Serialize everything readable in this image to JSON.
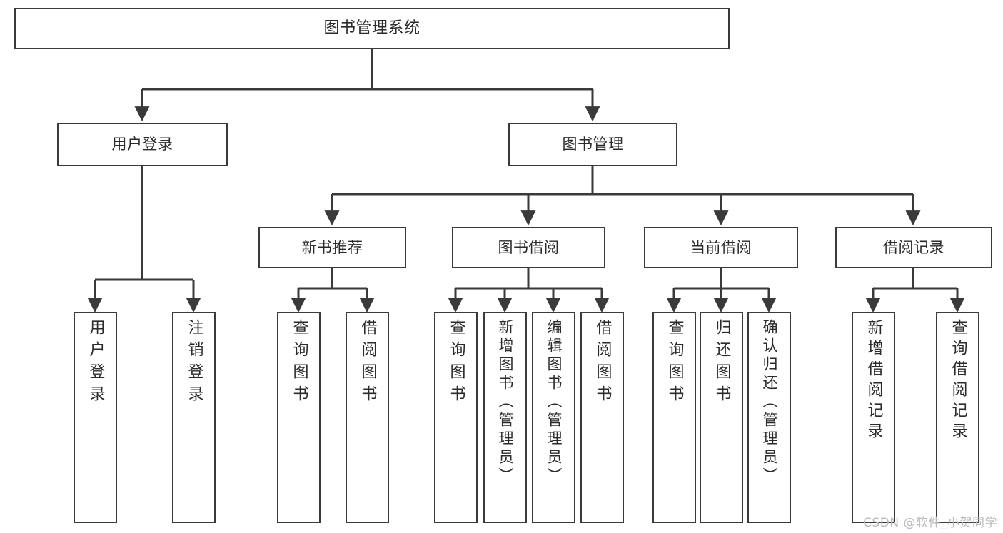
{
  "diagram": {
    "type": "tree-hierarchy",
    "title": "图书管理系统",
    "orientation": "top-down",
    "line_color": "#3a3a3a",
    "box_fill": "#ffffff",
    "text_color": "#2b2b2b",
    "watermark": "CSDN @软件_小贺同学",
    "levels": [
      {
        "level": 1,
        "nodes": [
          {
            "id": "root",
            "label": "图书管理系统"
          }
        ]
      },
      {
        "level": 2,
        "nodes": [
          {
            "id": "login",
            "label": "用户登录",
            "parent": "root"
          },
          {
            "id": "bookmgmt",
            "label": "图书管理",
            "parent": "root"
          }
        ]
      },
      {
        "level": 3,
        "nodes": [
          {
            "id": "newbook",
            "label": "新书推荐",
            "parent": "bookmgmt"
          },
          {
            "id": "borrow",
            "label": "图书借阅",
            "parent": "bookmgmt"
          },
          {
            "id": "current",
            "label": "当前借阅",
            "parent": "bookmgmt"
          },
          {
            "id": "record",
            "label": "借阅记录",
            "parent": "bookmgmt"
          }
        ]
      },
      {
        "level": 4,
        "nodes": [
          {
            "id": "leaf1",
            "label": "用户登录",
            "parent": "login"
          },
          {
            "id": "leaf2",
            "label": "注销登录",
            "parent": "login"
          },
          {
            "id": "leaf3",
            "label": "查询图书",
            "parent": "newbook"
          },
          {
            "id": "leaf4",
            "label": "借阅图书",
            "parent": "newbook"
          },
          {
            "id": "leaf5",
            "label": "查询图书",
            "parent": "borrow"
          },
          {
            "id": "leaf6",
            "label": "新增图书（管理员）",
            "parent": "borrow"
          },
          {
            "id": "leaf7",
            "label": "编辑图书（管理员）",
            "parent": "borrow"
          },
          {
            "id": "leaf8",
            "label": "借阅图书",
            "parent": "borrow"
          },
          {
            "id": "leaf9",
            "label": "查询图书",
            "parent": "current"
          },
          {
            "id": "leaf10",
            "label": "归还图书",
            "parent": "current"
          },
          {
            "id": "leaf11",
            "label": "确认归还（管理员）",
            "parent": "current"
          },
          {
            "id": "leaf12",
            "label": "新增借阅记录",
            "parent": "record"
          },
          {
            "id": "leaf13",
            "label": "查询借阅记录",
            "parent": "record"
          }
        ]
      }
    ]
  }
}
